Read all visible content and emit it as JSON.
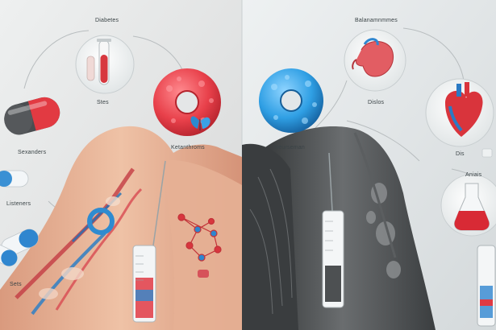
{
  "labels": {
    "top_left": "Diabetes",
    "tube_caption": "Stes",
    "capsule_left": "Sexanders",
    "bottom_left_upper": "Listeners",
    "bottom_left_lower": "Sets",
    "donut_red": "Ketanthroms",
    "donut_blue": "Neurseman",
    "top_right": "Balanamnmmes",
    "stomach_caption": "Dislos",
    "heart_caption": "Dis",
    "flask_caption": "Aniais"
  },
  "colors": {
    "left_background": "#e8e2df",
    "right_background": "#e3e7e9",
    "red_accent": "#e0363d",
    "blue_accent": "#2a8fd6",
    "skin": "#e8b69a",
    "dark_arm": "#4a4d4f"
  },
  "icons": [
    "test-tube-icon",
    "red-capsule-icon",
    "blue-capsule-icon",
    "red-donut-icon",
    "blue-donut-icon",
    "butterfly-icon",
    "stomach-icon",
    "heart-icon",
    "flask-icon",
    "syringe-icon",
    "molecule-icon"
  ]
}
